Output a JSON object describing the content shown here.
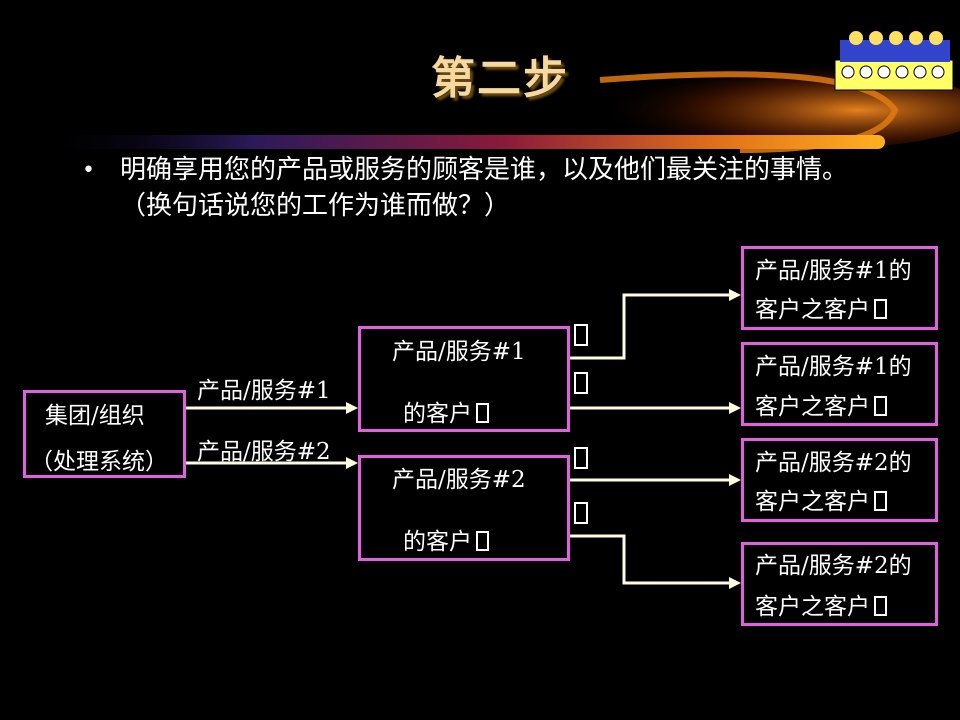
{
  "slide": {
    "title": "第二步",
    "bullet": "明确享用您的产品或服务的顾客是谁，以及他们最关注的事情。（换句话说您的工作为谁而做？）"
  },
  "diagram": {
    "organization": {
      "line1": "集团/组织",
      "line2": "（处理系统）"
    },
    "flow_labels": {
      "product1": "产品/服务#1",
      "product2": "产品/服务#2"
    },
    "customer1": {
      "line1": "产品/服务#1",
      "line2": "的客户"
    },
    "customer2": {
      "line1": "产品/服务#2",
      "line2": "的客户"
    },
    "end_customers": [
      {
        "line1": "产品/服务#1的",
        "line2": "客户之客户"
      },
      {
        "line1": "产品/服务#1的",
        "line2": "客户之客户"
      },
      {
        "line1": "产品/服务#2的",
        "line2": "客户之客户"
      },
      {
        "line1": "产品/服务#2的",
        "line2": "客户之客户"
      }
    ]
  },
  "colors": {
    "box_border": "#e060e0",
    "arrow": "#fffde0",
    "title": "#f6d9a0",
    "background": "#000000"
  },
  "icons": {
    "header_graphic": "team-people-icon"
  }
}
